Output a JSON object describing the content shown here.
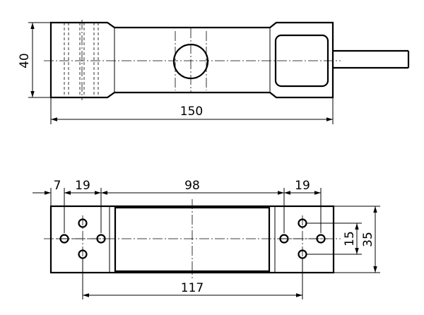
{
  "drawing": {
    "top_view": {
      "length_label": "150",
      "height_label": "40"
    },
    "bottom_view": {
      "dim_edge_to_hole": "7",
      "dim_hole_spacing_left": "19",
      "dim_pad_length": "98",
      "dim_hole_spacing_right": "19",
      "dim_hole_center_distance": "117",
      "dim_hole_vertical_spacing": "15",
      "dim_body_width": "35"
    },
    "colors": {
      "line": "#000000",
      "background": "#ffffff"
    }
  }
}
